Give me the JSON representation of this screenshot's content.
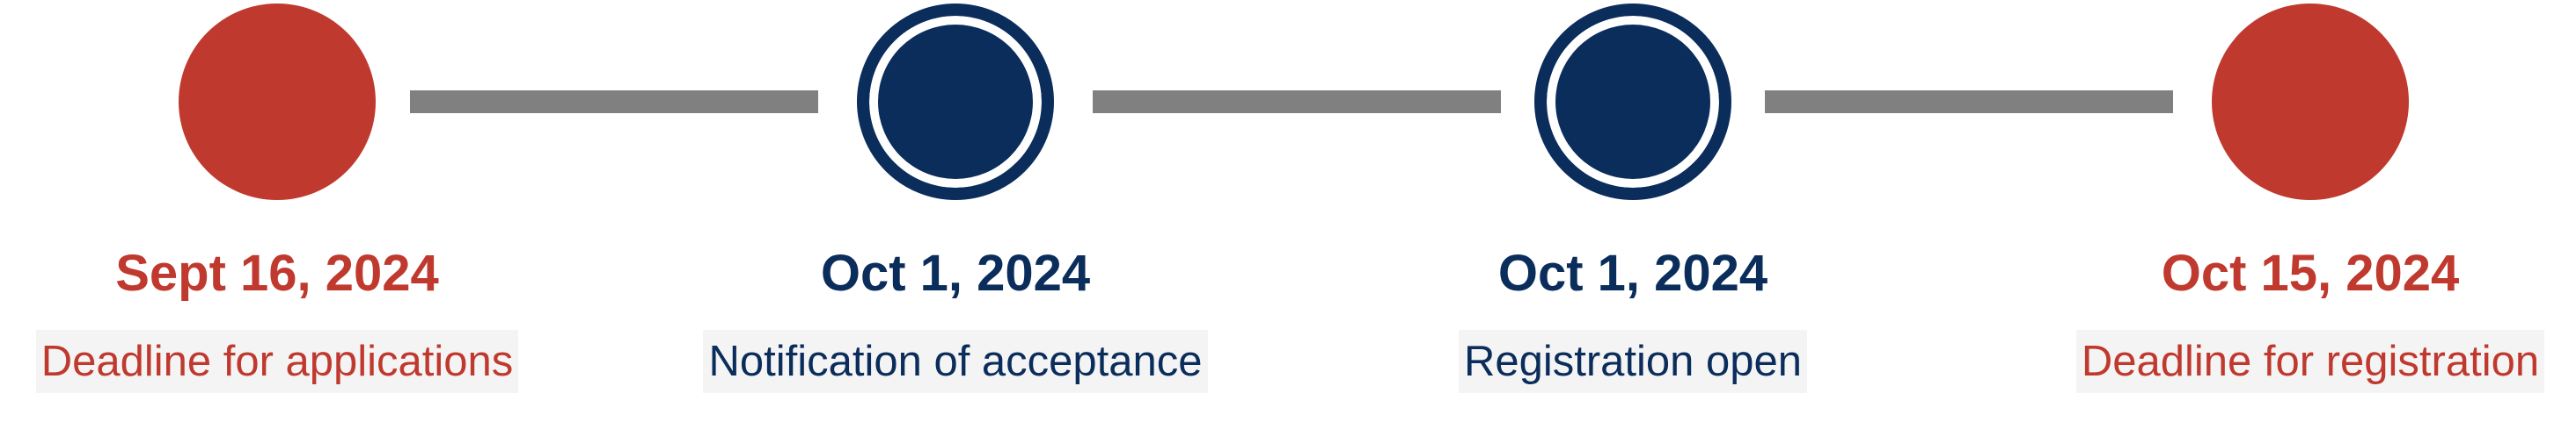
{
  "colors": {
    "accent_red": "#c0392e",
    "accent_navy": "#0b2d5b",
    "connector_gray": "#808080",
    "caption_background": "#f4f4f4"
  },
  "milestones": [
    {
      "date": "Sept 16, 2024",
      "label": "Deadline for applications",
      "color": "red",
      "marker": "solid-circle"
    },
    {
      "date": "Oct 1, 2024",
      "label": "Notification of acceptance",
      "color": "navy",
      "marker": "ringed-circle"
    },
    {
      "date": "Oct 1, 2024",
      "label": "Registration open",
      "color": "navy",
      "marker": "ringed-circle"
    },
    {
      "date": "Oct 15, 2024",
      "label": "Deadline for registration",
      "color": "red",
      "marker": "solid-circle"
    }
  ]
}
